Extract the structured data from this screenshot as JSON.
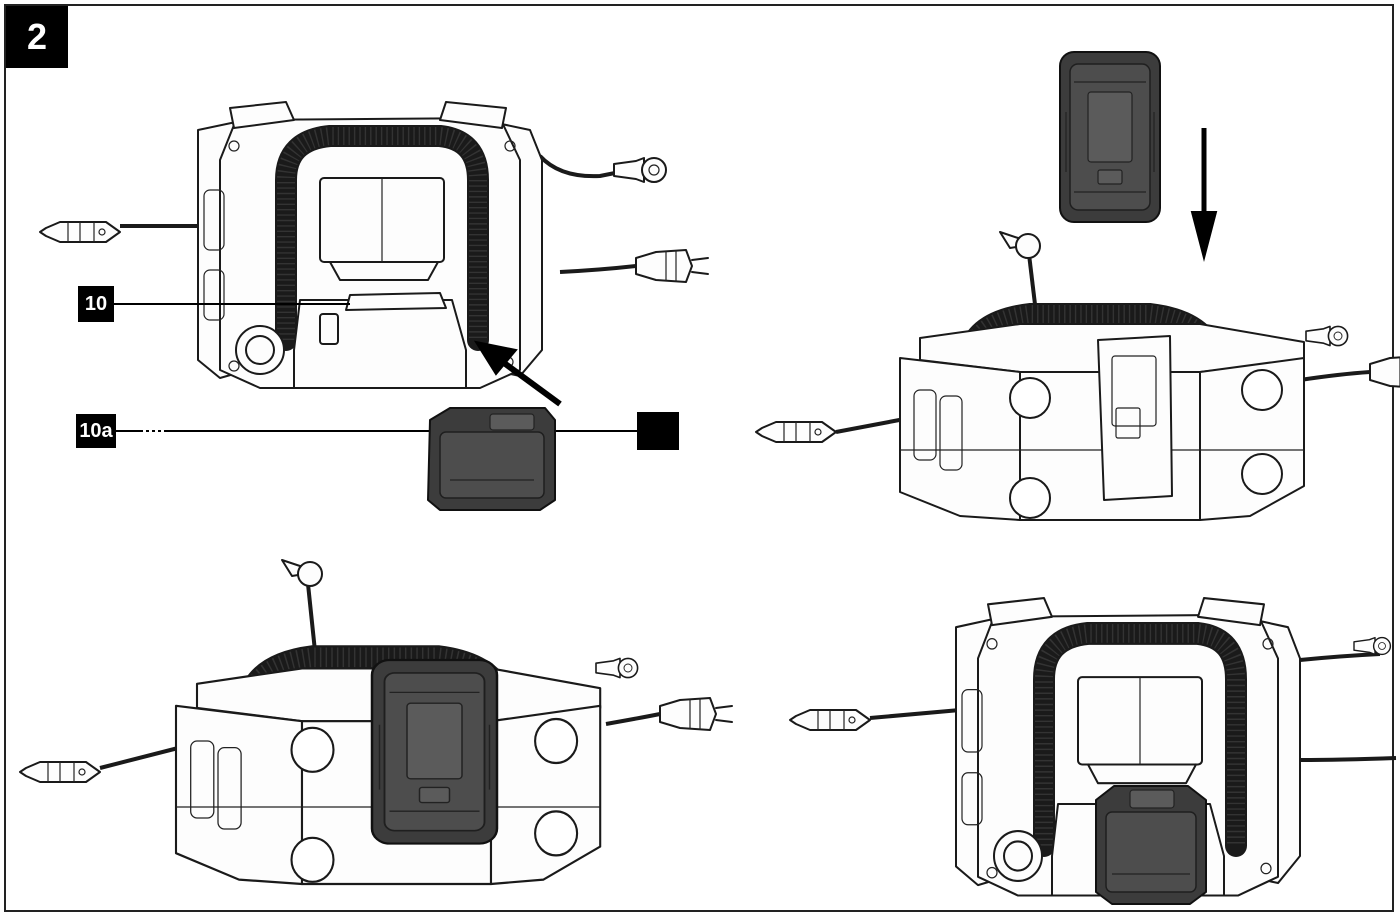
{
  "figure": {
    "number": "2",
    "callouts": {
      "c10": "10",
      "c10a": "10a",
      "blank": ""
    }
  },
  "panels": [
    "charger-removal",
    "battery-insert-top",
    "battery-inserted-rear",
    "battery-inserted-front"
  ],
  "colors": {
    "line": "#1a1a1a",
    "battery": "#3c3c3c",
    "badge_bg": "#000000",
    "badge_text": "#ffffff"
  }
}
